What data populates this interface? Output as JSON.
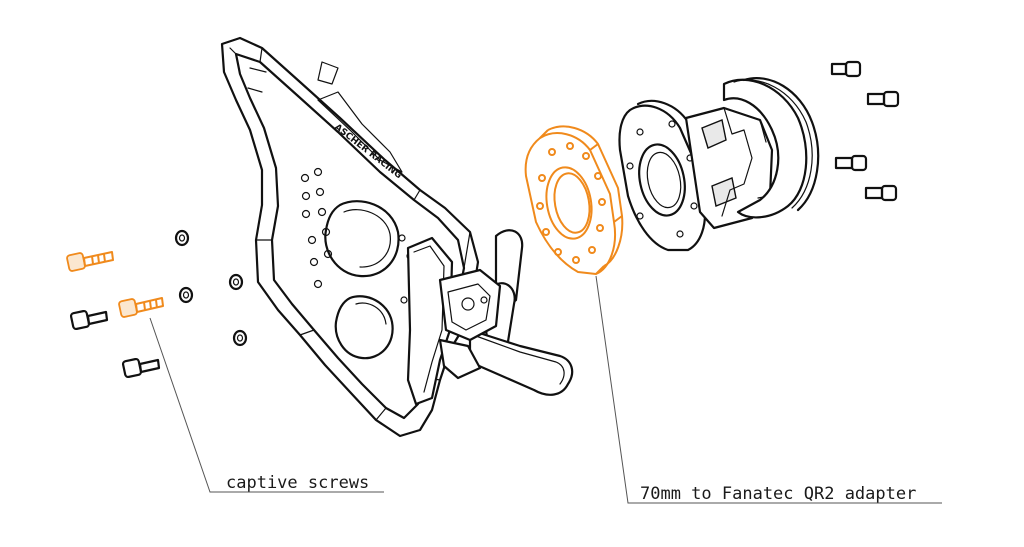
{
  "labels": {
    "captive_screws": "captive screws",
    "adapter": "70mm to Fanatec QR2 adapter"
  },
  "logo_text": "ASCHER RACING",
  "colors": {
    "highlight": "#f08a1c",
    "line": "#111111",
    "label_text": "#1a1a1a",
    "background": "#ffffff"
  }
}
